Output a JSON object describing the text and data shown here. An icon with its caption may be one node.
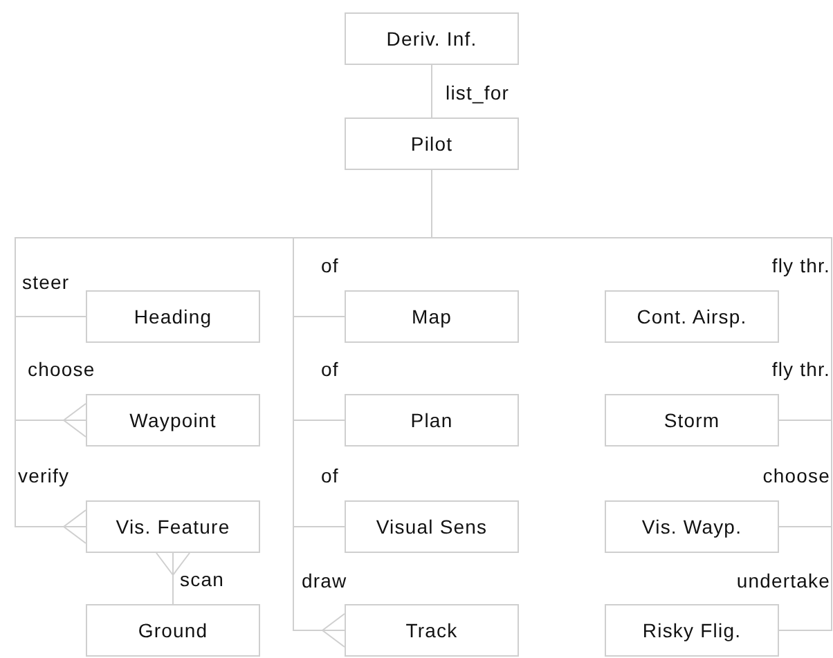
{
  "diagram": {
    "nodes": [
      {
        "text": [
          "Deriv. Inf."
        ]
      },
      {
        "text": [
          "Pilot"
        ]
      },
      {
        "text": [
          "Heading"
        ]
      },
      {
        "text": [
          "Waypoint"
        ]
      },
      {
        "text": [
          "Vis. Feature"
        ]
      },
      {
        "text": [
          "Ground"
        ]
      },
      {
        "text": [
          "Map"
        ]
      },
      {
        "text": [
          "Plan"
        ]
      },
      {
        "text": [
          "Visual Sens"
        ]
      },
      {
        "text": [
          "Track"
        ]
      },
      {
        "text": [
          "Cont. Airsp."
        ]
      },
      {
        "text": [
          "Storm"
        ]
      },
      {
        "text": [
          "Vis. Wayp."
        ]
      },
      {
        "text": [
          "Risky Flig."
        ]
      }
    ],
    "edges": [
      {
        "from": 0,
        "to": 1,
        "arrow": "none",
        "label": "list_for"
      },
      {
        "from": 1,
        "to": 2,
        "arrow": "none",
        "label": "steer"
      },
      {
        "from": 1,
        "to": 3,
        "arrow": "other",
        "label": "choose"
      },
      {
        "from": 1,
        "to": 4,
        "arrow": "other",
        "label": "verify"
      },
      {
        "from": 5,
        "to": 4,
        "arrow": "other",
        "label": "scan"
      },
      {
        "from": 1,
        "to": 6,
        "arrow": "none",
        "label": "of"
      },
      {
        "from": 1,
        "to": 7,
        "arrow": "none",
        "label": "of"
      },
      {
        "from": 1,
        "to": 8,
        "arrow": "none",
        "label": "of"
      },
      {
        "from": 1,
        "to": 9,
        "arrow": "other",
        "label": "draw"
      },
      {
        "from": 1,
        "to": 11,
        "arrow": "none",
        "label": "fly thr."
      },
      {
        "from": 1,
        "to": 12,
        "arrow": "none",
        "label": "choose"
      },
      {
        "from": 1,
        "to": 13,
        "arrow": "none",
        "label": "undertake"
      }
    ],
    "labels": [
      "fly thr."
    ]
  }
}
